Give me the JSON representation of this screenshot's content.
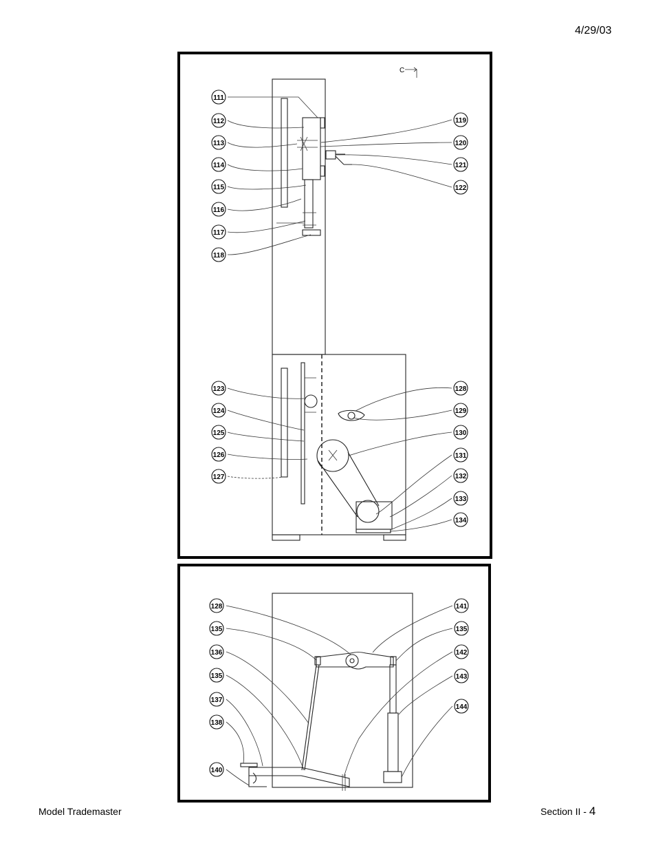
{
  "header": {
    "date": "4/29/03"
  },
  "footer": {
    "model": "Model Trademaster",
    "section_prefix": "Section II - ",
    "page_number": "4"
  },
  "figure1": {
    "view_marker": "C",
    "callouts": {
      "c111": "111",
      "c112": "112",
      "c113": "113",
      "c114": "114",
      "c115": "115",
      "c116": "116",
      "c117": "117",
      "c118": "118",
      "c119": "119",
      "c120": "120",
      "c121": "121",
      "c122": "122",
      "c123": "123",
      "c124": "124",
      "c125": "125",
      "c126": "126",
      "c127": "127",
      "c128": "128",
      "c129": "129",
      "c130": "130",
      "c131": "131",
      "c132": "132",
      "c133": "133",
      "c134": "134"
    }
  },
  "figure2": {
    "callouts": {
      "c128": "128",
      "c135a": "135",
      "c136": "136",
      "c135b": "135",
      "c137": "137",
      "c138": "138",
      "c140": "140",
      "c141": "141",
      "c135c": "135",
      "c142": "142",
      "c143": "143",
      "c144": "144"
    }
  }
}
